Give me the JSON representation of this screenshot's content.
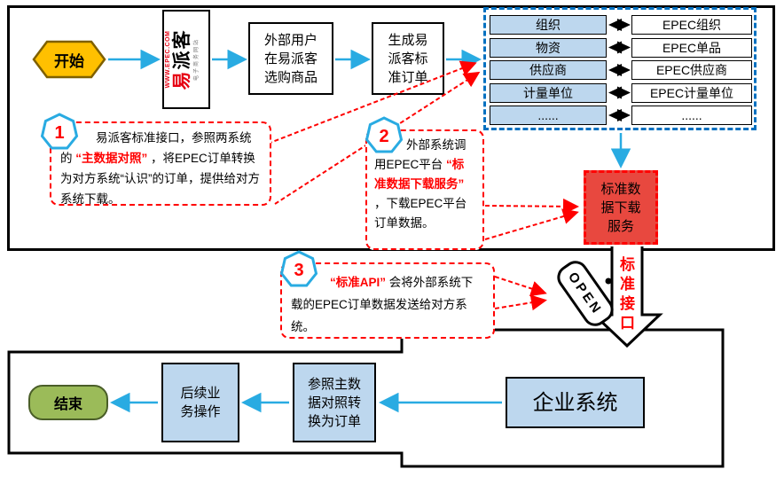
{
  "colors": {
    "accent_cyan": "#29ABE2",
    "dashed_blue": "#0070C0",
    "light_blue": "#BDD7EE",
    "red": "#FF0000",
    "service_red": "#E8483F",
    "start_yellow": "#FFC000",
    "end_green": "#9BBB59"
  },
  "start": {
    "label": "开始"
  },
  "logo": {
    "url": "WWW.EPEC.COM",
    "brand_accent": "易",
    "brand_rest": "派客",
    "tagline": "电子商务网站"
  },
  "flow": {
    "select_goods": "外部用户在易派客选购商品",
    "generate_order": "生成易派客标准订单"
  },
  "mapping": {
    "rows": [
      {
        "left": "组织",
        "right": "EPEC组织"
      },
      {
        "left": "物资",
        "right": "EPEC单品"
      },
      {
        "left": "供应商",
        "right": "EPEC供应商"
      },
      {
        "left": "计量单位",
        "right": "EPEC计量单位"
      },
      {
        "left": "......",
        "right": "......"
      }
    ]
  },
  "service": {
    "label": "标准数据下载服务"
  },
  "interface": {
    "label": "标准接口"
  },
  "open": {
    "label": "OPEN"
  },
  "callouts": {
    "c1": {
      "number": "1",
      "pre": "易派客标准接口，参照两系统的 ",
      "em": "“主数据对照”",
      "post": " ，将EPEC订单转换为对方系统“认识”的订单，提供给对方系统下载。"
    },
    "c2": {
      "number": "2",
      "pre": "外部系统调用EPEC平台 ",
      "em": "“标准数据下载服务”",
      "post": " ，下载EPEC平台订单数据。"
    },
    "c3": {
      "number": "3",
      "pre": "",
      "em": "“标准API”",
      "post": " 会将外部系统下载的EPEC订单数据发送给对方系统。"
    }
  },
  "bottom": {
    "enterprise": "企业系统",
    "convert": "参照主数据对照转换为订单",
    "followup": "后续业务操作",
    "end": "结束"
  }
}
